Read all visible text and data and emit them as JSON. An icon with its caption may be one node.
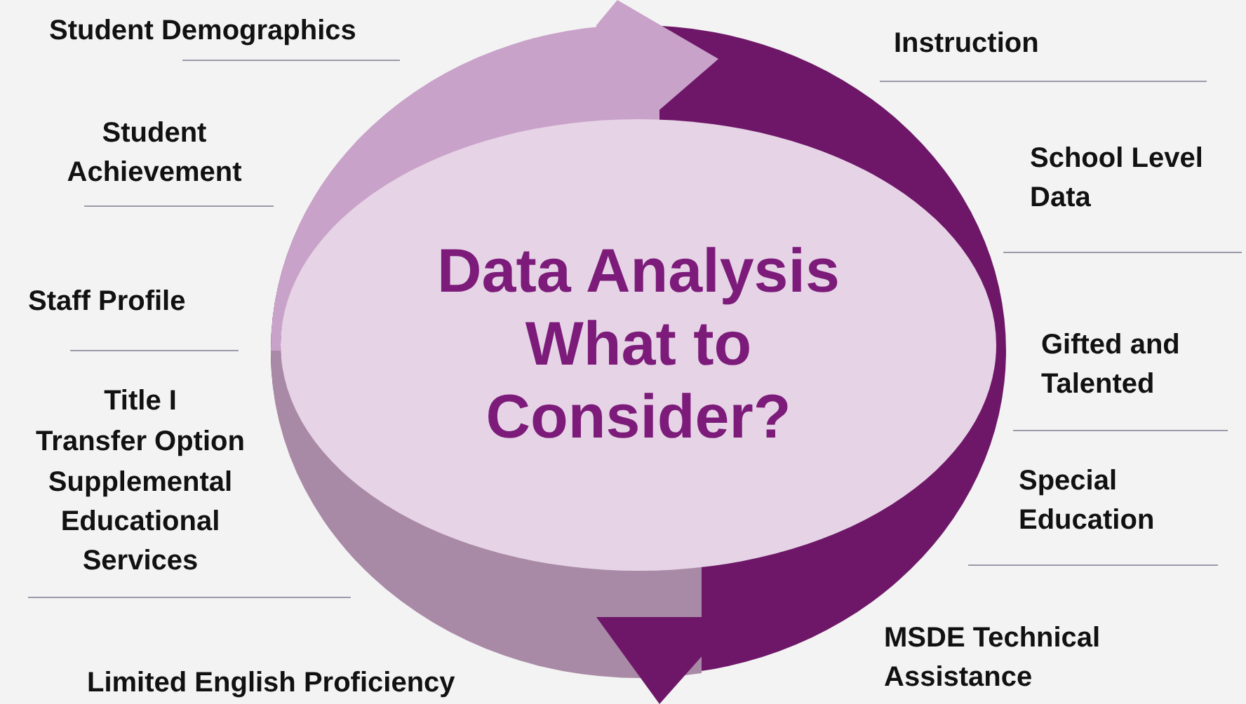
{
  "diagram": {
    "nodes": [
      {
        "text": [
          "Data Analysis What to Consider?"
        ]
      }
    ],
    "labels": [
      "Student Demographics",
      "Instruction",
      "Student Achievement",
      "School Level Data",
      "Staff Profile",
      "Gifted and Talented",
      "Title I",
      "Transfer Option",
      "Supplemental Educational Services",
      "Special Education",
      "MSDE Technical Assistance",
      "Limited English Proficiency"
    ]
  }
}
